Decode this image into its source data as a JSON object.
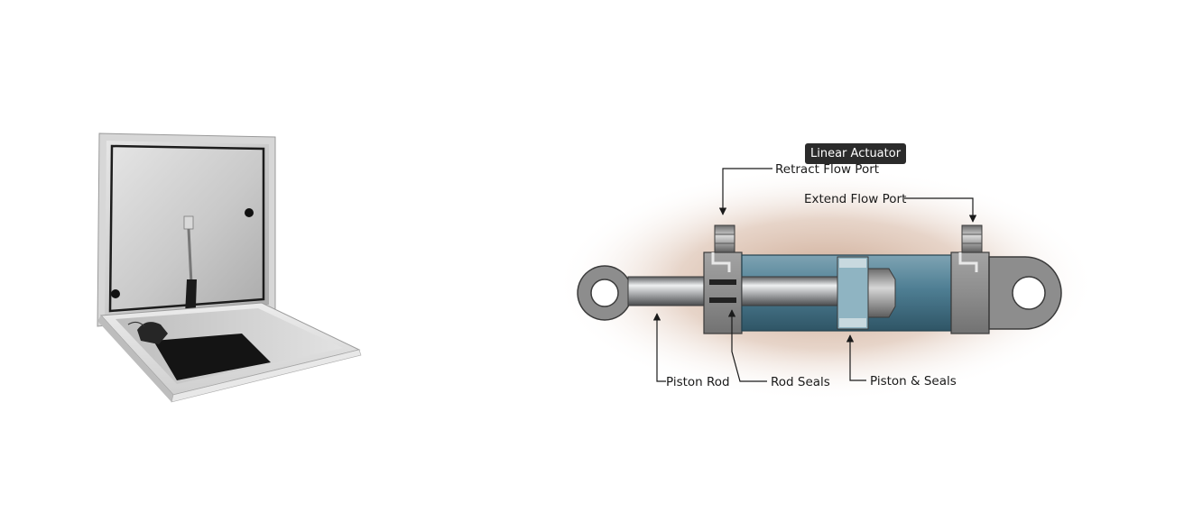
{
  "tooltip": {
    "label": "Linear Actuator"
  },
  "diagram": {
    "labels": {
      "retract_flow_port": "Retract Flow Port",
      "extend_flow_port": "Extend Flow Port",
      "piston_rod": "Piston Rod",
      "rod_seals": "Rod Seals",
      "piston_seals": "Piston & Seals"
    },
    "colors": {
      "barrel": "#4e7e93",
      "end_cap": "#8d8d8d",
      "rod": "#b4b6b8",
      "glow": "#b78566"
    }
  }
}
